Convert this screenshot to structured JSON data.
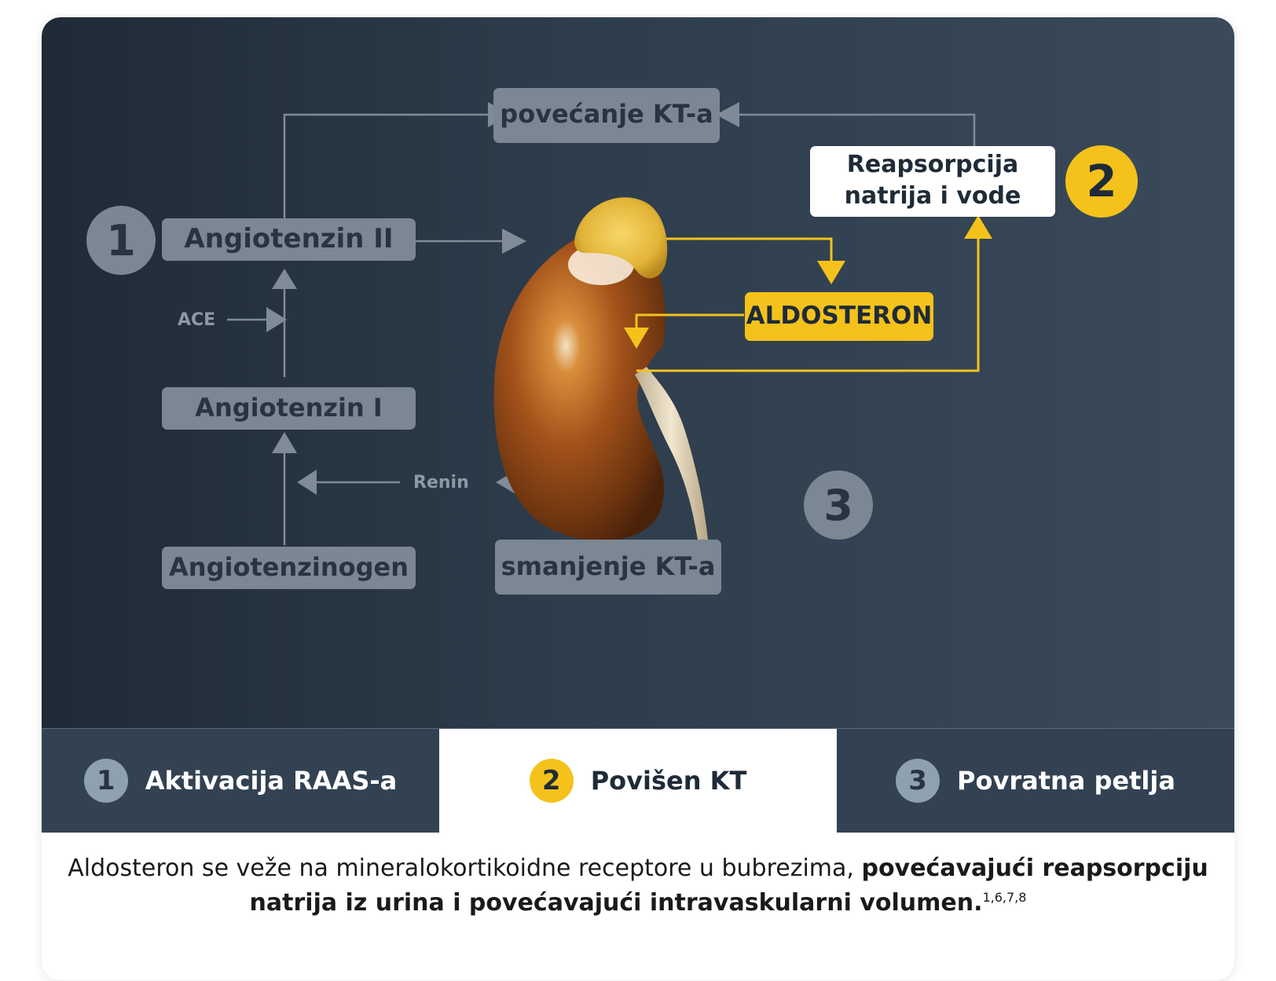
{
  "diagram": {
    "top_box": "povećanje KT-a",
    "reabsorption": [
      "Reapsorpcija",
      "natrija i vode"
    ],
    "angiotensin2": "Angiotenzin II",
    "angiotensin1": "Angiotenzin I",
    "angiotensinogen": "Angiotenzinogen",
    "bp_decrease": "smanjenje KT-a",
    "aldosterone": "ALDOSTERON",
    "ace": "ACE",
    "renin": "Renin",
    "marker1": "1",
    "marker2": "2",
    "marker3": "3"
  },
  "tabs": [
    {
      "num": "1",
      "label": "Aktivacija RAAS-a",
      "active": false
    },
    {
      "num": "2",
      "label": "Povišen KT",
      "active": true
    },
    {
      "num": "3",
      "label": "Povratna petlja",
      "active": false
    }
  ],
  "caption": {
    "plain": "Aldosteron se veže na mineralokortikoidne receptore u bubrezima, ",
    "bold": "povećavajući reapsorpciju natrija iz urina i povećavajući intravaskularni volumen.",
    "refs": "1,6,7,8"
  },
  "colors": {
    "accent_yellow": "#f5c21b",
    "dark_bg": "#2e3d4c",
    "gray_box": "#7d8994",
    "tab_inactive": "#334252"
  }
}
